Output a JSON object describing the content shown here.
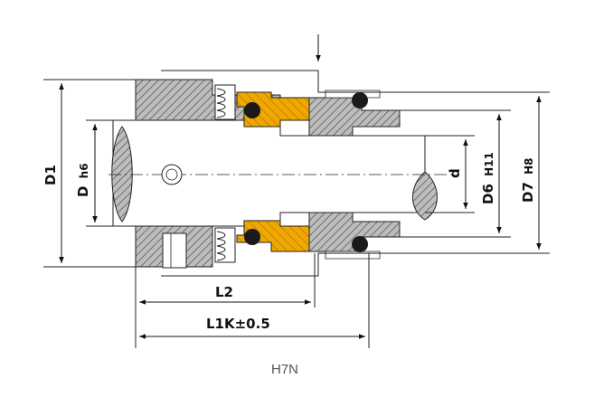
{
  "drawing": {
    "caption": "H7N",
    "colors": {
      "housing_hatch": "#8c8c8c",
      "housing_base": "#c8c8c8",
      "seal_ring": "#f0a800",
      "shaft": "#ffffff",
      "oring": "#1a1a1a",
      "line": "#222222"
    },
    "dimensions": {
      "d1": "D1",
      "dh6_main": "D",
      "dh6_tol": "h6",
      "d": "d",
      "d6_main": "D6",
      "d6_tol": "H11",
      "d7_main": "D7",
      "d7_tol": "H8",
      "l2": "L2",
      "l1k": "L1K±0.5"
    }
  }
}
